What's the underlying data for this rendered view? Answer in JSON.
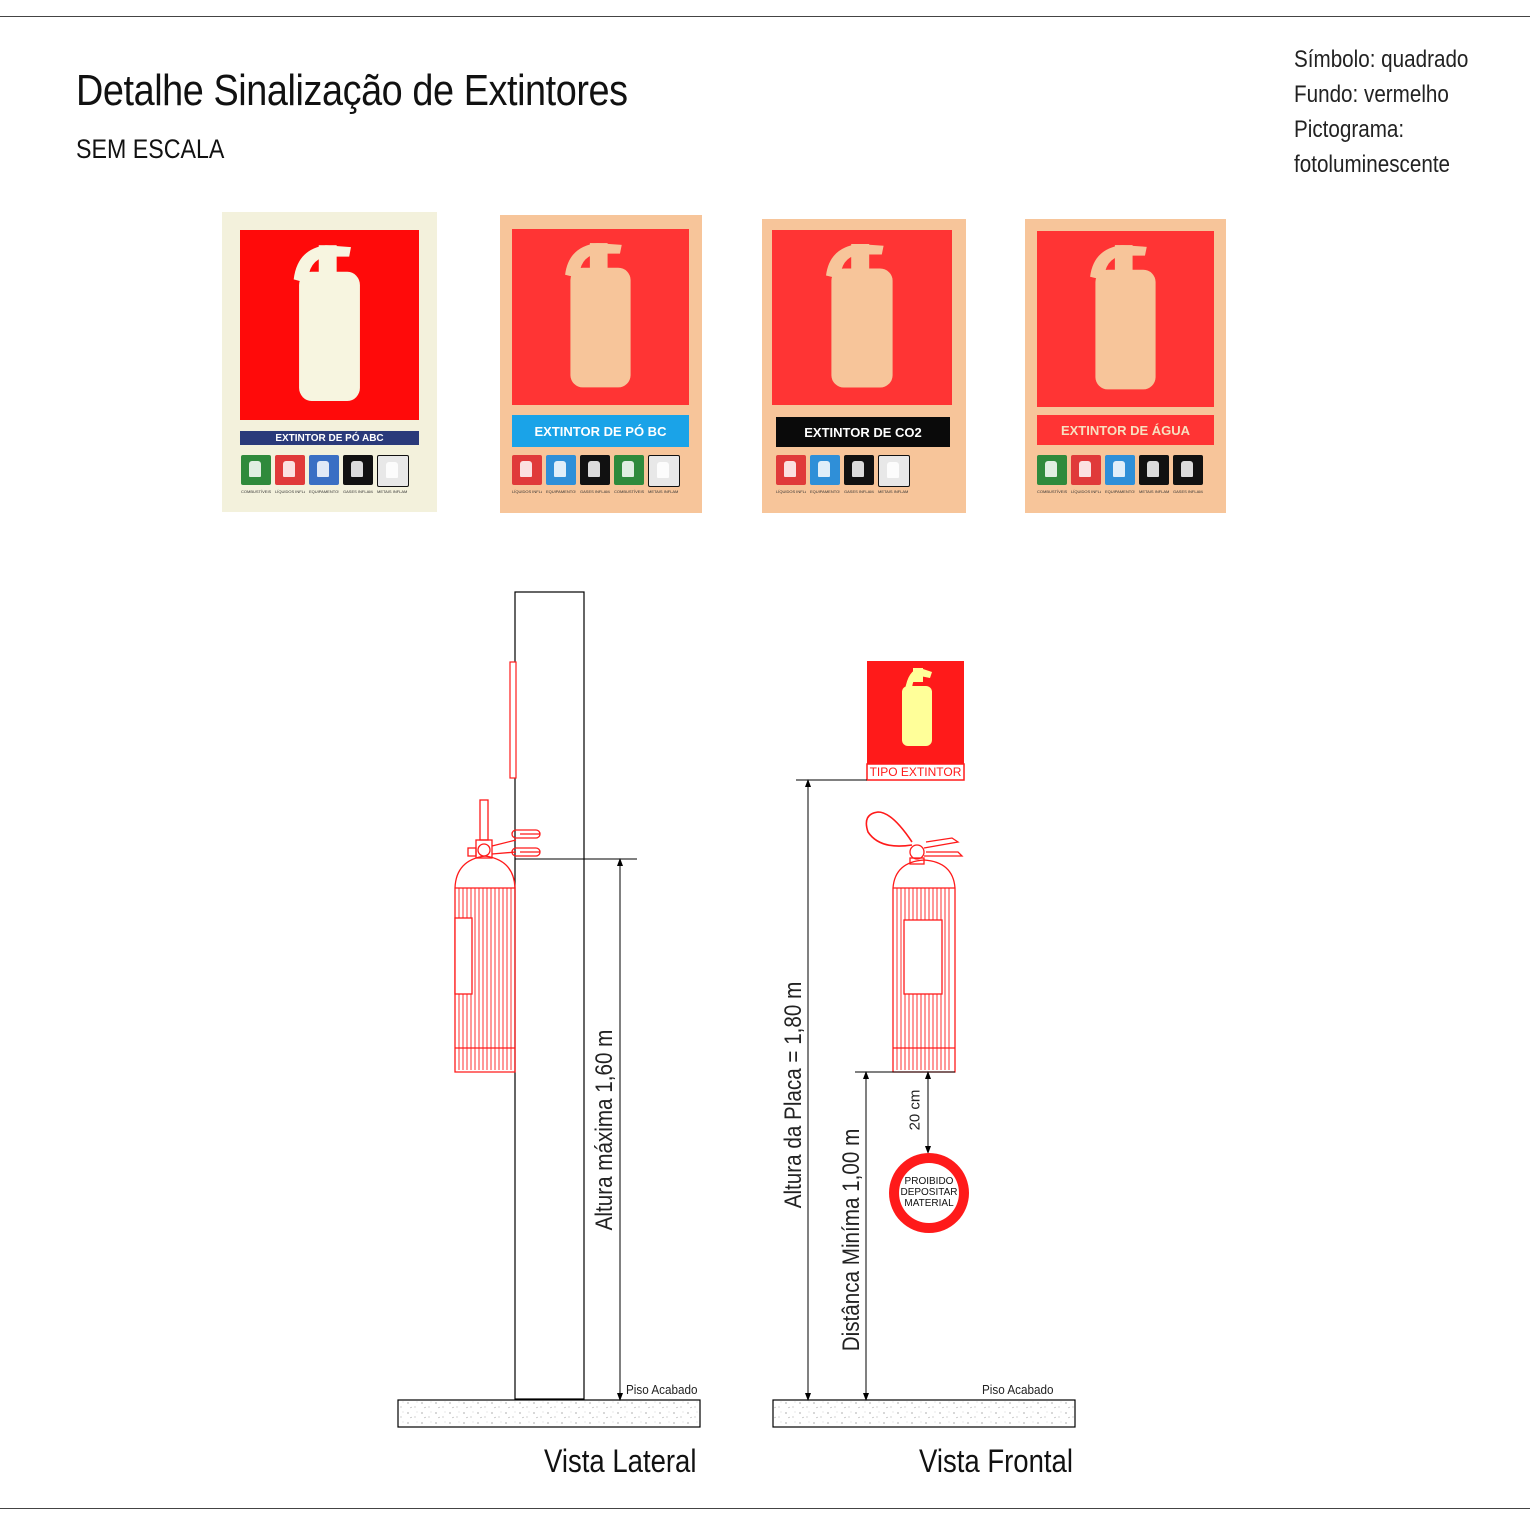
{
  "header": {
    "title": "Detalhe Sinalização de Extintores",
    "subtitle": "SEM ESCALA"
  },
  "spec_note": {
    "line1": "Símbolo: quadrado",
    "line2": "Fundo: vermelho",
    "line3": "Pictograma:",
    "line4": "fotoluminescente"
  },
  "signs": [
    {
      "label": "EXTINTOR DE PÓ ABC",
      "label_bg": "#2a3a7a",
      "label_fg": "#ffffff",
      "bg": "#f3f1dc",
      "panel": "#ff0a0a",
      "figure": "#f7f5e0",
      "icons": [
        "#2f8a3c",
        "#e03a3a",
        "#3a6fc4",
        "#111111",
        "#e8e8e8"
      ],
      "captions": [
        "COMBUSTÍVEIS SÓLIDOS",
        "LÍQUIDOS INFLAMÁVEIS",
        "EQUIPAMENTOS ELÉTRICOS",
        "GASES INFLAMÁVEIS",
        "METAIS INFLAMÁVEIS"
      ]
    },
    {
      "label": "EXTINTOR DE PÓ BC",
      "label_bg": "#1aa3e8",
      "label_fg": "#ffffff",
      "bg": "#f7c59a",
      "panel": "#ff3434",
      "figure": "#f7c59a",
      "icons": [
        "#e03a3a",
        "#2f8fd8",
        "#111111",
        "#2f8a3c",
        "#e8e8e8"
      ],
      "captions": [
        "LÍQUIDOS INFLAMÁVEIS",
        "EQUIPAMENTOS ELÉTRICOS",
        "GASES INFLAMÁVEIS",
        "COMBUSTÍVEIS SÓLIDOS",
        "METAIS INFLAMÁVEIS"
      ]
    },
    {
      "label": "EXTINTOR DE CO2",
      "label_bg": "#0a0a0a",
      "label_fg": "#ffffff",
      "bg": "#f7c59a",
      "panel": "#ff3434",
      "figure": "#f7c59a",
      "icons": [
        "#e03a3a",
        "#2f8fd8",
        "#111111",
        "#e8e8e8"
      ],
      "captions": [
        "LÍQUIDOS INFLAMÁVEIS",
        "EQUIPAMENTOS ELÉTRICOS",
        "GASES INFLAMÁVEIS",
        "METAIS INFLAMÁVEIS"
      ]
    },
    {
      "label": "EXTINTOR DE ÁGUA",
      "label_bg": "#ff3434",
      "label_fg": "#f7e0c0",
      "bg": "#f7c59a",
      "panel": "#ff3434",
      "figure": "#f7c59a",
      "icons": [
        "#2f8a3c",
        "#e03a3a",
        "#2f8fd8",
        "#111111",
        "#111111"
      ],
      "captions": [
        "COMBUSTÍVEIS SÓLIDOS",
        "LÍQUIDOS INFLAMÁVEIS",
        "EQUIPAMENTOS ELÉTRICOS",
        "METAIS INFLAMÁVEIS",
        "GASES INFLAMÁVEIS"
      ]
    }
  ],
  "drawing": {
    "lateral": {
      "dimension": "Altura máxima 1,60 m",
      "floor_label": "Piso Acabado",
      "caption": "Vista Lateral"
    },
    "frontal": {
      "sign_label": "TIPO EXTINTOR",
      "plate_dimension": "Altura da Placa = 1,80 m",
      "min_distance": "Distânca Miníma 1,00 m",
      "gap_dimension": "20 cm",
      "prohibited_line1": "PROIBIDO",
      "prohibited_line2": "DEPOSITAR",
      "prohibited_line3": "MATERIAL",
      "floor_label": "Piso Acabado",
      "caption": "Vista Frontal"
    }
  },
  "colors": {
    "extinguisher": "#ff1a1a",
    "sign_red": "#ff1a1a",
    "pictogram": "#ffff99",
    "line": "#000000"
  }
}
